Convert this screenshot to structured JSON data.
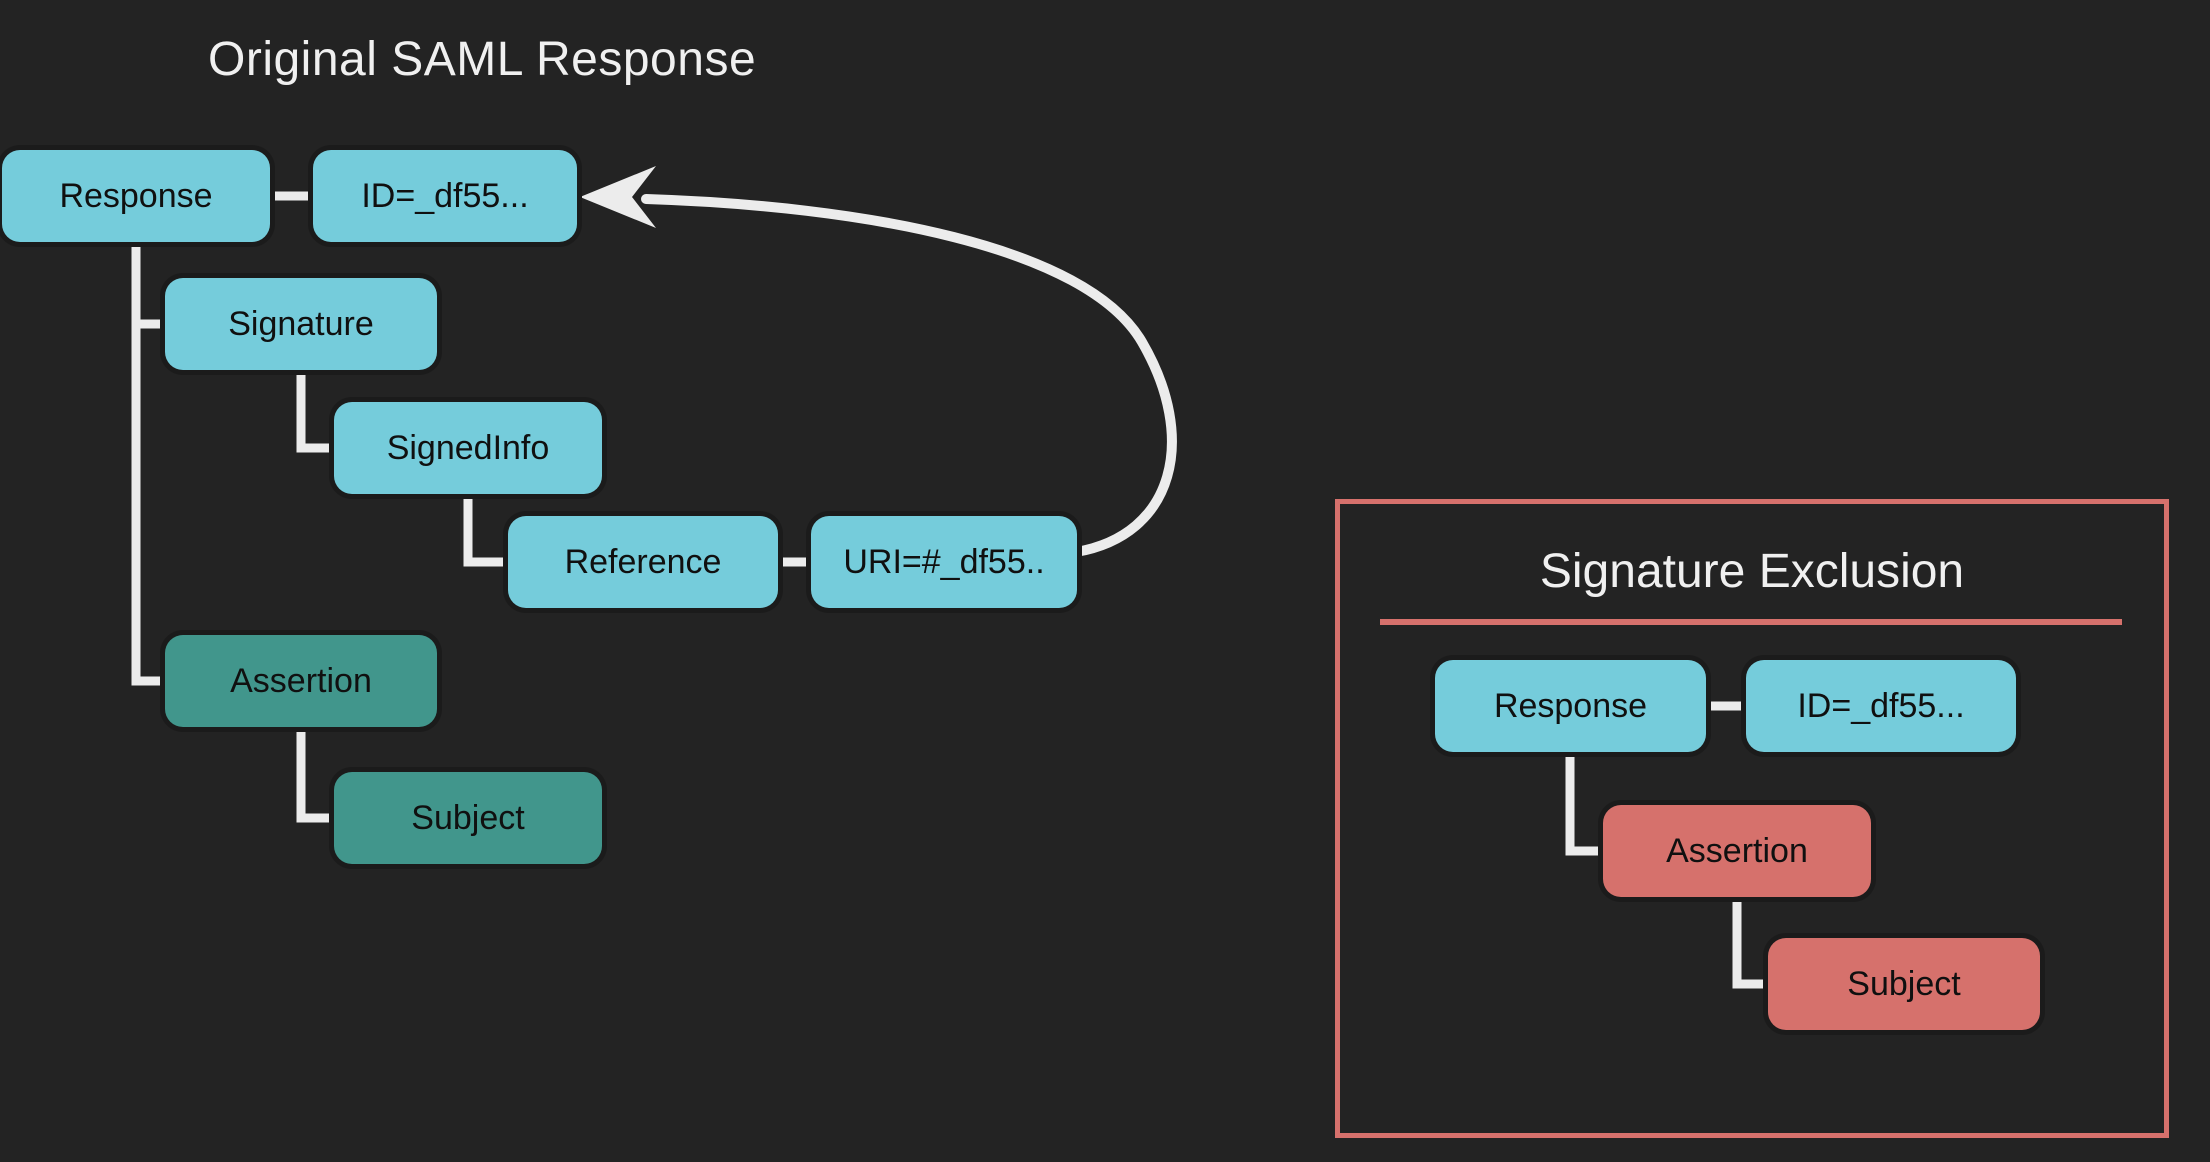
{
  "left": {
    "title": "Original SAML Response",
    "nodes": {
      "response": {
        "label": "Response"
      },
      "id_attr": {
        "label": "ID=_df55..."
      },
      "signature": {
        "label": "Signature"
      },
      "signed_info": {
        "label": "SignedInfo"
      },
      "reference": {
        "label": "Reference"
      },
      "uri_attr": {
        "label": "URI=#_df55.."
      },
      "assertion": {
        "label": "Assertion"
      },
      "subject": {
        "label": "Subject"
      }
    }
  },
  "right": {
    "title": "Signature Exclusion",
    "nodes": {
      "response": {
        "label": "Response"
      },
      "id_attr": {
        "label": "ID=_df55..."
      },
      "assertion": {
        "label": "Assertion"
      },
      "subject": {
        "label": "Subject"
      }
    }
  },
  "colors": {
    "background": "#232323",
    "node-cyan": "#75ccdb",
    "node-teal": "#41968c",
    "node-salmon": "#d6716c",
    "panel-border": "#d6716c",
    "line": "#ececec",
    "title-text": "#f0f0f0",
    "node-text": "#101010"
  }
}
